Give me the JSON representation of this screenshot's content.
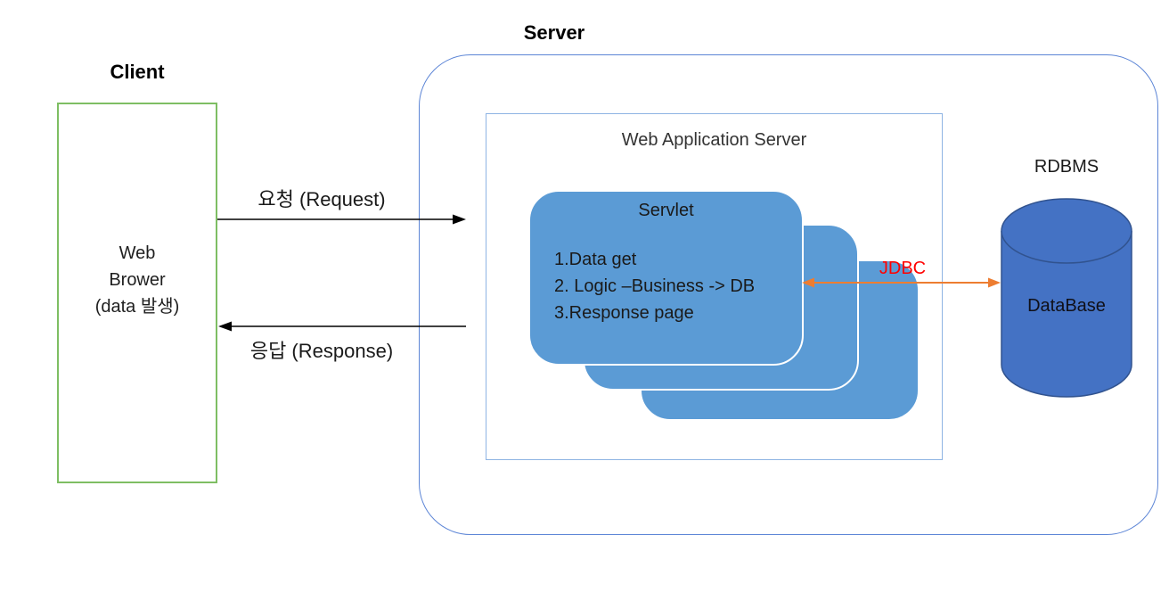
{
  "diagram": {
    "client": {
      "label": "Client",
      "box_lines": [
        "Web",
        "Brower",
        "(data 발생)"
      ]
    },
    "server": {
      "label": "Server",
      "was": {
        "title": "Web Application Server",
        "servlet": {
          "title": "Servlet",
          "steps": [
            "1.Data get",
            "2. Logic –Business -> DB",
            "3.Response page"
          ]
        }
      },
      "rdbms": {
        "label": "RDBMS",
        "database_label": "DataBase"
      }
    },
    "arrows": {
      "request": "요청 (Request)",
      "response": "응답 (Response)",
      "jdbc": "JDBC"
    },
    "colors": {
      "client_border": "#7EBE63",
      "server_border": "#5C85D6",
      "was_border": "#8EB4E3",
      "card_fill": "#5B9BD5",
      "card_border": "#FFFFFF",
      "cylinder_fill": "#4472C4",
      "cylinder_stroke": "#31538F",
      "jdbc_arrow": "#ED7D31",
      "jdbc_text": "#FF0000",
      "black_arrow": "#000000"
    }
  }
}
